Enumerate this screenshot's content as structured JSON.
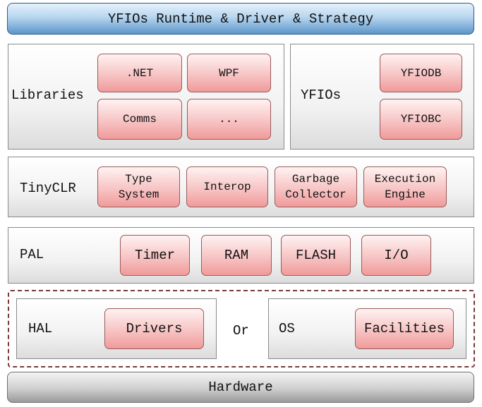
{
  "banner": "YFIOs Runtime & Driver & Strategy",
  "libraries": {
    "label": "Libraries",
    "items": [
      ".NET",
      "WPF",
      "Comms",
      "..."
    ]
  },
  "yfios": {
    "label": "YFIOs",
    "items": [
      "YFIODB",
      "YFIOBC"
    ]
  },
  "tinyclr": {
    "label": "TinyCLR",
    "items": [
      "Type\nSystem",
      "Interop",
      "Garbage\nCollector",
      "Execution\nEngine"
    ]
  },
  "pal": {
    "label": "PAL",
    "items": [
      "Timer",
      "RAM",
      "FLASH",
      "I/O"
    ]
  },
  "hal": {
    "label": "HAL",
    "item": "Drivers"
  },
  "or_text": "Or",
  "os": {
    "label": "OS",
    "item": "Facilities"
  },
  "hardware": "Hardware"
}
